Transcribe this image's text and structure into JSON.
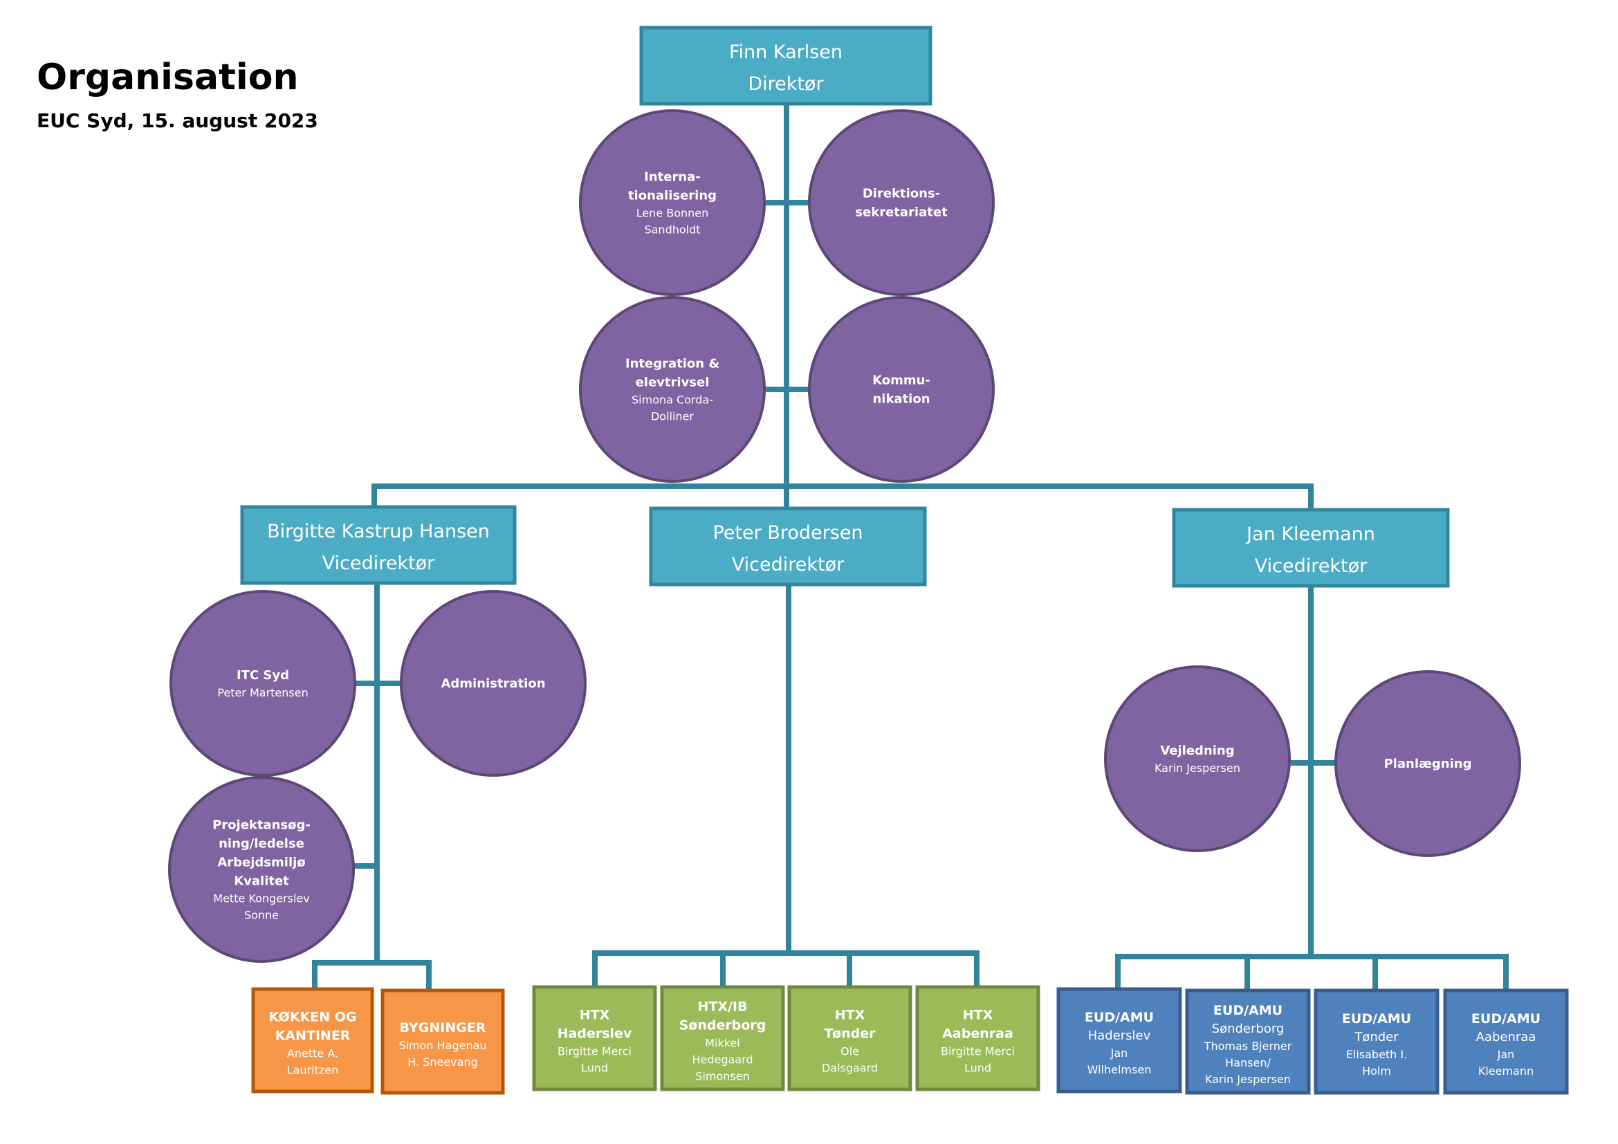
{
  "header": {
    "title": "Organisation",
    "subtitle": "EUC Syd, 15. august 2023"
  },
  "colors": {
    "line": "#31849b",
    "head_fill": "#4bacc6",
    "head_border": "#31859c",
    "circle_fill": "#8064a2",
    "circle_border": "#5c4776",
    "orange_fill": "#f79646",
    "orange_border": "#b65708",
    "green_fill": "#9bbb59",
    "green_border": "#71893f",
    "blue_fill": "#4f81bd",
    "blue_border": "#385d8a"
  },
  "director": {
    "name": "Finn Karlsen",
    "role": "Direktør"
  },
  "director_staff": [
    {
      "bold": [
        "Interna-",
        "tionalisering"
      ],
      "normal": [
        "Lene Bonnen",
        "Sandholdt"
      ]
    },
    {
      "bold": [
        "Direktions-",
        "sekretariatet"
      ],
      "normal": []
    },
    {
      "bold": [
        "Integration &",
        "elevtrivsel"
      ],
      "normal": [
        "Simona Corda-",
        "Dolliner"
      ]
    },
    {
      "bold": [
        "Kommu-",
        "nikation"
      ],
      "normal": []
    }
  ],
  "vice_directors": [
    {
      "name": "Birgitte Kastrup Hansen",
      "role": "Vicedirektør"
    },
    {
      "name": "Peter Brodersen",
      "role": "Vicedirektør"
    },
    {
      "name": "Jan Kleemann",
      "role": "Vicedirektør"
    }
  ],
  "vd1_staff": [
    {
      "bold": [
        "ITC Syd"
      ],
      "normal": [
        "Peter Martensen"
      ]
    },
    {
      "bold": [
        "Administration"
      ],
      "normal": []
    },
    {
      "bold": [
        "Projektansøg-",
        "ning/ledelse",
        "Arbejdsmiljø",
        "Kvalitet"
      ],
      "normal": [
        "Mette Kongerslev",
        "Sonne"
      ]
    }
  ],
  "vd3_staff": [
    {
      "bold": [
        "Vejledning"
      ],
      "normal": [
        "Karin Jespersen"
      ]
    },
    {
      "bold": [
        "Planlægning"
      ],
      "normal": []
    }
  ],
  "vd1_units": [
    {
      "bold": [
        "KØKKEN OG",
        "KANTINER"
      ],
      "normal": [
        "Anette A.",
        "Lauritzen"
      ]
    },
    {
      "bold": [
        "BYGNINGER"
      ],
      "normal": [
        "Simon Hagenau",
        "H. Sneevang"
      ]
    }
  ],
  "vd2_units": [
    {
      "bold": [
        "HTX",
        "Haderslev"
      ],
      "normal": [
        "Birgitte Merci",
        "Lund"
      ]
    },
    {
      "bold": [
        "HTX/IB",
        "Sønderborg"
      ],
      "normal": [
        "Mikkel",
        "Hedegaard",
        "Simonsen"
      ]
    },
    {
      "bold": [
        "HTX",
        "Tønder"
      ],
      "normal": [
        "Ole",
        "Dalsgaard"
      ]
    },
    {
      "bold": [
        "HTX",
        "Aabenraa"
      ],
      "normal": [
        "Birgitte Merci",
        "Lund"
      ]
    }
  ],
  "vd3_units": [
    {
      "bold": [
        "EUD/AMU"
      ],
      "mid": [
        "Haderslev"
      ],
      "normal": [
        "Jan",
        "Wilhelmsen"
      ]
    },
    {
      "bold": [
        "EUD/AMU"
      ],
      "mid": [
        "Sønderborg"
      ],
      "normal": [
        "Thomas Bjerner",
        "Hansen/",
        "Karin Jespersen"
      ]
    },
    {
      "bold": [
        "EUD/AMU"
      ],
      "mid": [
        "Tønder"
      ],
      "normal": [
        "Elisabeth I.",
        "Holm"
      ]
    },
    {
      "bold": [
        "EUD/AMU"
      ],
      "mid": [
        "Aabenraa"
      ],
      "normal": [
        "Jan",
        "Kleemann"
      ]
    }
  ]
}
